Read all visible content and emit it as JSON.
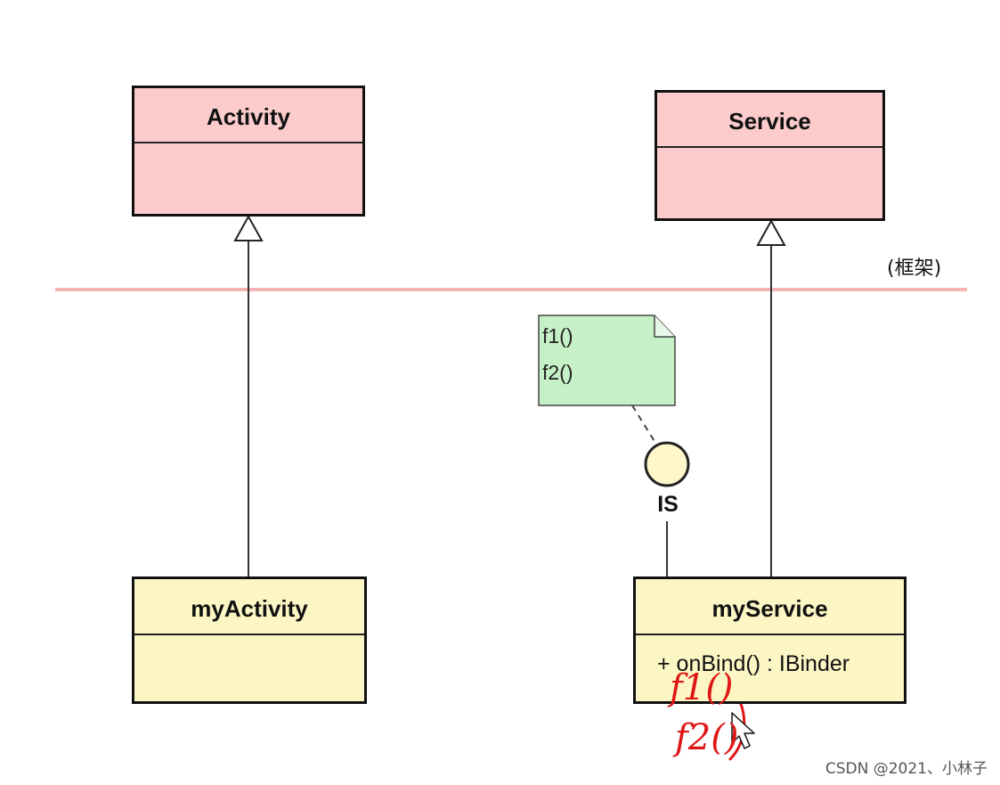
{
  "diagram": {
    "classes": {
      "activity": {
        "name": "Activity"
      },
      "service": {
        "name": "Service"
      },
      "my_activity": {
        "name": "myActivity"
      },
      "my_service": {
        "name": "myService",
        "operation": "+ onBind() : IBinder"
      }
    },
    "interface": {
      "label": "IS"
    },
    "note": {
      "lines": [
        "f1()",
        "f2()"
      ]
    },
    "layer_boundary": {
      "label": "(框架)",
      "color": "#f7b3b3"
    },
    "handwritten_annotations": [
      "f1()",
      "f2()"
    ],
    "colors": {
      "framework_class_fill": "#fccccc",
      "app_class_fill": "#fcf6c4",
      "note_fill": "#c6f0c6",
      "interface_fill": "#fdf7c9",
      "ink": "#e01515"
    }
  },
  "watermark": "CSDN @2021、小林子"
}
